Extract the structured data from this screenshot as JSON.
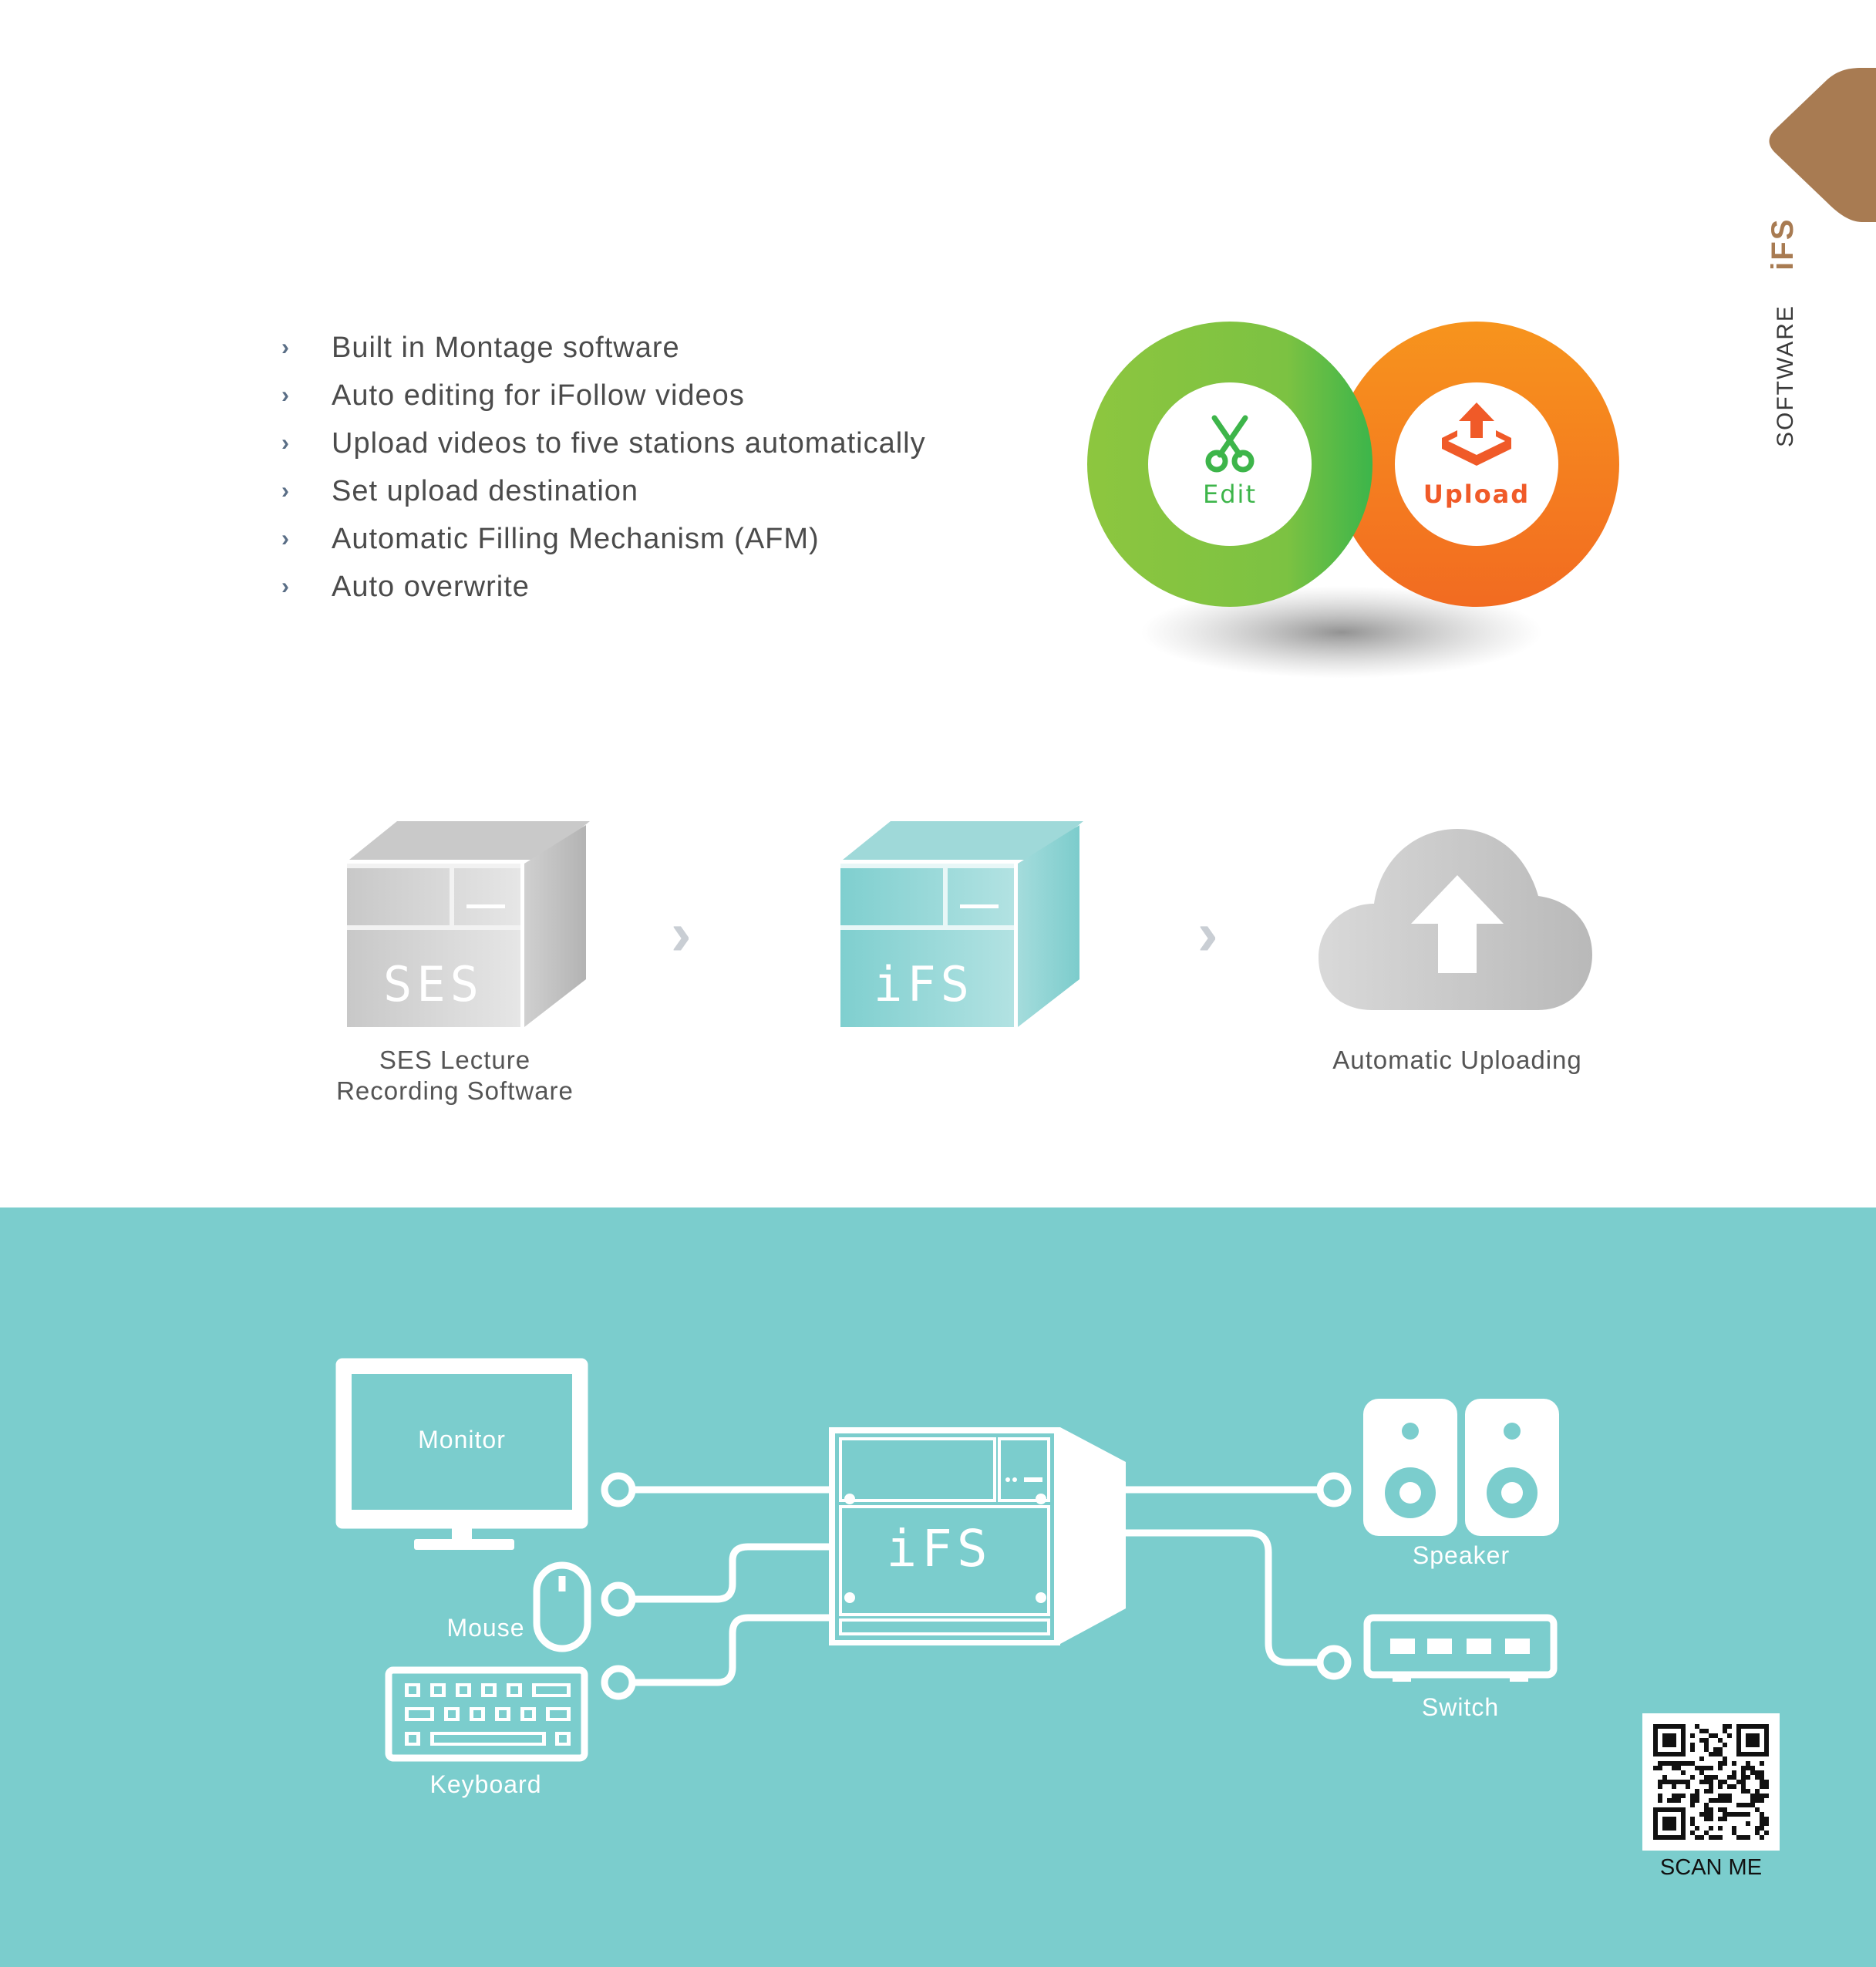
{
  "side_tab": {
    "category": "SOFTWARE",
    "product": "iFS",
    "tab_color": "#a87b52"
  },
  "features": [
    "Built in Montage software",
    "Auto editing for iFollow videos",
    "Upload videos to five stations automatically",
    "Set upload destination",
    "Automatic Filling Mechanism (AFM)",
    "Auto overwrite"
  ],
  "rings": {
    "edit": {
      "label": "Edit",
      "icon": "scissors-icon",
      "color": "#3db54a"
    },
    "upload": {
      "label": "Upload",
      "icon": "upload-tray-icon",
      "color": "#f05a28"
    }
  },
  "flow": {
    "ses_box_text": "SES",
    "ses_label_line1": "SES Lecture",
    "ses_label_line2": "Recording Software",
    "ifs_box_text": "iFS",
    "upload_label": "Automatic Uploading",
    "separator": "›"
  },
  "connection_diagram": {
    "monitor": "Monitor",
    "mouse": "Mouse",
    "keyboard": "Keyboard",
    "center_device": "iFS",
    "speaker": "Speaker",
    "switch": "Switch",
    "background_color": "#7bcdcd"
  },
  "qr": {
    "caption": "SCAN ME"
  }
}
